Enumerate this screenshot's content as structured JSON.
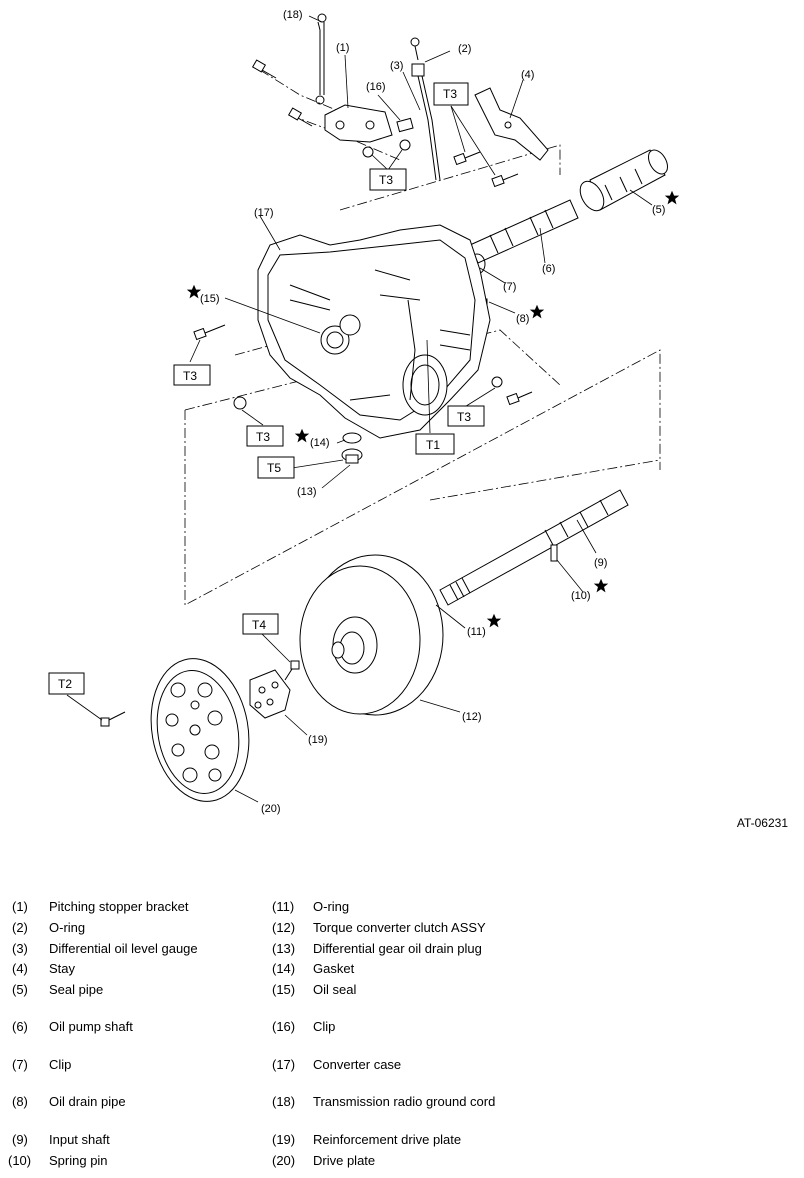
{
  "figure_id": "AT-06231",
  "torque_labels": [
    "T1",
    "T2",
    "T3",
    "T4",
    "T5"
  ],
  "callouts": [
    "(1)",
    "(2)",
    "(3)",
    "(4)",
    "(5)",
    "(6)",
    "(7)",
    "(8)",
    "(9)",
    "(10)",
    "(11)",
    "(12)",
    "(13)",
    "(14)",
    "(15)",
    "(16)",
    "(17)",
    "(18)",
    "(19)",
    "(20)"
  ],
  "legend_left": [
    {
      "num": "(1)",
      "name": "Pitching stopper bracket"
    },
    {
      "num": "(2)",
      "name": "O-ring"
    },
    {
      "num": "(3)",
      "name": "Differential oil level gauge"
    },
    {
      "num": "(4)",
      "name": "Stay"
    },
    {
      "num": "(5)",
      "name": "Seal pipe"
    },
    {
      "num": "(6)",
      "name": "Oil pump shaft"
    },
    {
      "num": "(7)",
      "name": "Clip"
    },
    {
      "num": "(8)",
      "name": "Oil drain pipe"
    },
    {
      "num": "(9)",
      "name": "Input shaft"
    },
    {
      "num": "(10)",
      "name": "Spring pin"
    }
  ],
  "legend_right": [
    {
      "num": "(11)",
      "name": "O-ring"
    },
    {
      "num": "(12)",
      "name": "Torque converter clutch ASSY"
    },
    {
      "num": "(13)",
      "name": "Differential gear oil drain plug"
    },
    {
      "num": "(14)",
      "name": "Gasket"
    },
    {
      "num": "(15)",
      "name": "Oil seal"
    },
    {
      "num": "(16)",
      "name": "Clip"
    },
    {
      "num": "(17)",
      "name": "Converter case"
    },
    {
      "num": "(18)",
      "name": "Transmission radio ground cord"
    },
    {
      "num": "(19)",
      "name": "Reinforcement drive plate"
    },
    {
      "num": "(20)",
      "name": "Drive plate"
    }
  ]
}
